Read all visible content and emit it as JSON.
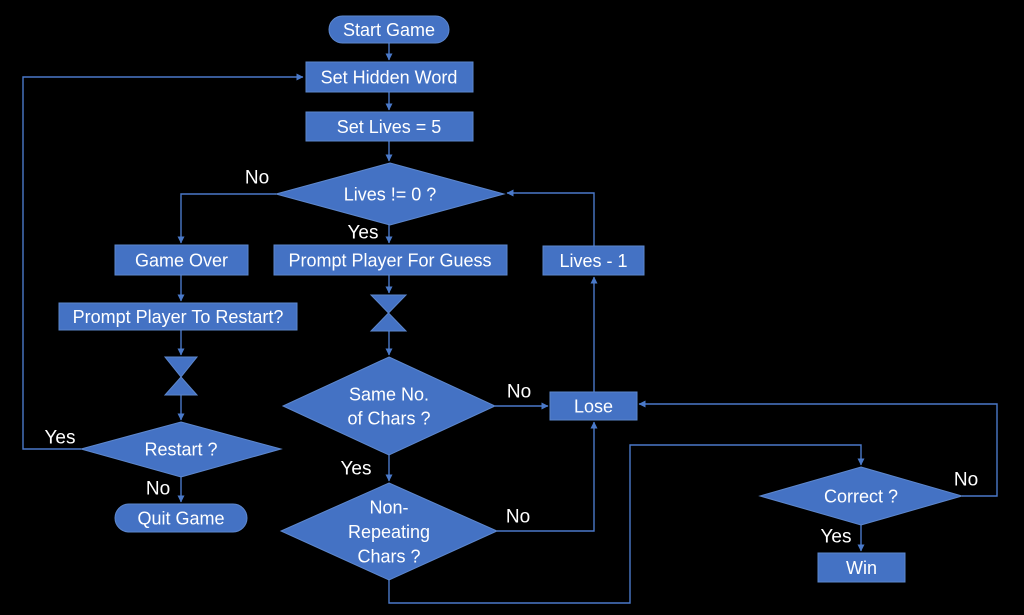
{
  "diagram": {
    "background": "#000000",
    "colors": {
      "shape_fill": "#4472C4",
      "shape_border": "#5d87cd",
      "connector": "#4a79c9",
      "text": "#ffffff"
    },
    "nodes": {
      "start": {
        "type": "terminator",
        "label": "Start Game"
      },
      "set_hidden_word": {
        "type": "process",
        "label": "Set Hidden Word"
      },
      "set_lives": {
        "type": "process",
        "label": "Set Lives = 5"
      },
      "lives_check": {
        "type": "decision",
        "label": "Lives != 0 ?"
      },
      "game_over": {
        "type": "process",
        "label": "Game Over"
      },
      "prompt_guess": {
        "type": "process",
        "label": "Prompt Player For Guess"
      },
      "lives_minus": {
        "type": "process",
        "label": "Lives - 1"
      },
      "prompt_restart": {
        "type": "process",
        "label": "Prompt Player To Restart?"
      },
      "wait_left": {
        "type": "wait-symbol",
        "label": ""
      },
      "wait_mid": {
        "type": "wait-symbol",
        "label": ""
      },
      "restart_check": {
        "type": "decision",
        "label": "Restart ?"
      },
      "quit_game": {
        "type": "terminator",
        "label": "Quit Game"
      },
      "same_chars": {
        "type": "decision",
        "line1": "Same No.",
        "line2": "of Chars ?"
      },
      "non_repeating": {
        "type": "decision",
        "line1": "Non-",
        "line2": "Repeating",
        "line3": "Chars ?"
      },
      "lose": {
        "type": "process",
        "label": "Lose"
      },
      "correct_check": {
        "type": "decision",
        "label": "Correct ?"
      },
      "win": {
        "type": "process",
        "label": "Win"
      }
    },
    "edges": [
      {
        "from": "start",
        "to": "set_hidden_word",
        "label": ""
      },
      {
        "from": "set_hidden_word",
        "to": "set_lives",
        "label": ""
      },
      {
        "from": "set_lives",
        "to": "lives_check",
        "label": ""
      },
      {
        "from": "lives_check",
        "to": "game_over",
        "label": "No"
      },
      {
        "from": "lives_check",
        "to": "prompt_guess",
        "label": "Yes"
      },
      {
        "from": "game_over",
        "to": "prompt_restart",
        "label": ""
      },
      {
        "from": "prompt_restart",
        "to": "wait_left",
        "label": ""
      },
      {
        "from": "wait_left",
        "to": "restart_check",
        "label": ""
      },
      {
        "from": "restart_check",
        "to": "set_hidden_word",
        "label": "Yes"
      },
      {
        "from": "restart_check",
        "to": "quit_game",
        "label": "No"
      },
      {
        "from": "prompt_guess",
        "to": "wait_mid",
        "label": ""
      },
      {
        "from": "wait_mid",
        "to": "same_chars",
        "label": ""
      },
      {
        "from": "same_chars",
        "to": "lose",
        "label": "No"
      },
      {
        "from": "same_chars",
        "to": "non_repeating",
        "label": "Yes"
      },
      {
        "from": "non_repeating",
        "to": "lose",
        "label": "No"
      },
      {
        "from": "non_repeating",
        "to": "correct_check",
        "label": ""
      },
      {
        "from": "lose",
        "to": "lives_minus",
        "label": ""
      },
      {
        "from": "lives_minus",
        "to": "lives_check",
        "label": ""
      },
      {
        "from": "correct_check",
        "to": "lose",
        "label": "No"
      },
      {
        "from": "correct_check",
        "to": "win",
        "label": "Yes"
      }
    ]
  }
}
